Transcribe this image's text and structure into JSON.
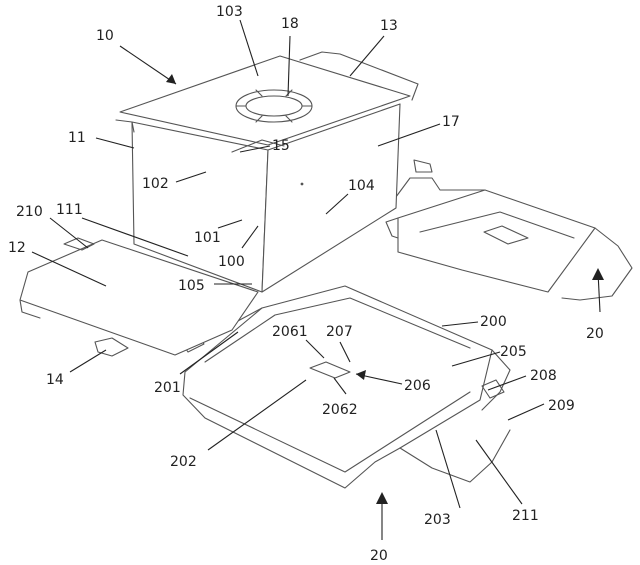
{
  "labels": {
    "l10": "10",
    "l103": "103",
    "l18": "18",
    "l13": "13",
    "l11": "11",
    "l15": "15",
    "l17": "17",
    "l102": "102",
    "l104": "104",
    "l210": "210",
    "l111": "111",
    "l12": "12",
    "l101": "101",
    "l100": "100",
    "l105": "105",
    "l14": "14",
    "l201": "201",
    "l2061": "2061",
    "l207": "207",
    "l200": "200",
    "l205": "205",
    "l206": "206",
    "l208": "208",
    "l209": "209",
    "l2062": "2062",
    "l202": "202",
    "l203": "203",
    "l211": "211",
    "l20a": "20",
    "l20b": "20"
  }
}
